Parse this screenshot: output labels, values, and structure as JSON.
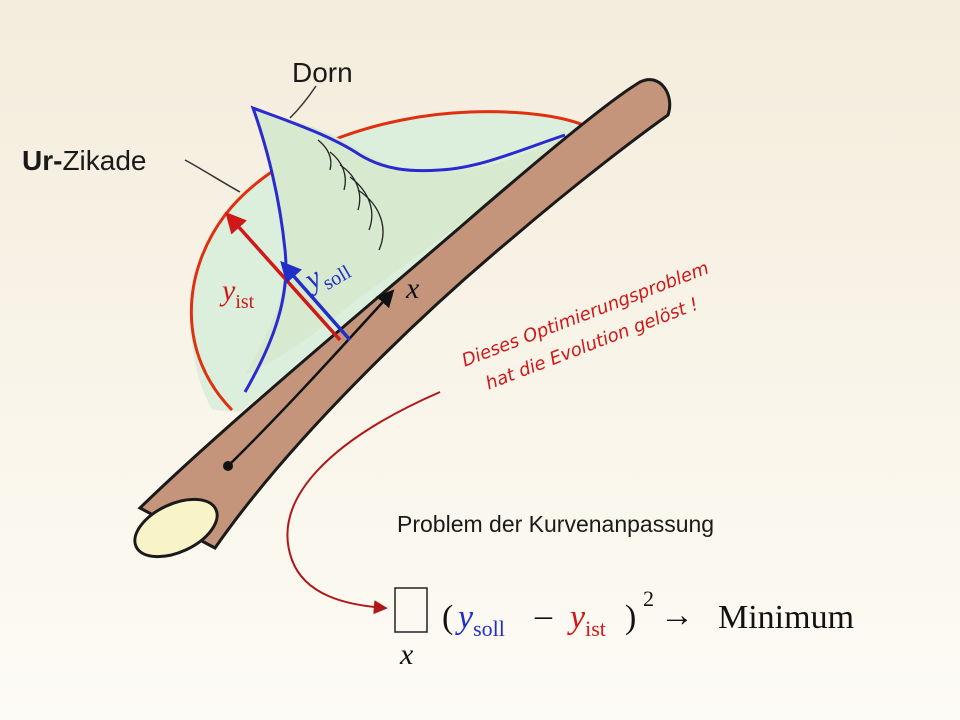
{
  "labels": {
    "thorn": "Dorn",
    "cicada_prefix": "Ur-",
    "cicada_name": "Zikade",
    "x_axis": "x",
    "y_ist_var": "y",
    "y_ist_sub": "ist",
    "y_soll_var": "y",
    "y_soll_sub": "soll",
    "note_line1": "Dieses Optimierungsproblem",
    "note_line2": "hat die Evolution gelöst !",
    "problem_title": "Problem der Kurvenanpassung"
  },
  "formula": {
    "sum_index": "x",
    "open_paren": "(",
    "y_soll_var": "y",
    "y_soll_sub": "soll",
    "minus": "–",
    "y_ist_var": "y",
    "y_ist_sub": "ist",
    "close_paren": ")",
    "exponent": "2",
    "arrow": "→",
    "result": "Minimum"
  },
  "colors": {
    "ideal_curve": "#e03010",
    "thorn_outline": "#2a2ad0",
    "thorn_fill": "#d7e9cf",
    "cicada_fill": "#dcefdc",
    "branch": "#c4957a",
    "branch_outline": "#1a1a1a",
    "cut_face": "#f9f4c8",
    "y_ist_color": "#d01818",
    "y_soll_color": "#1f2fc8",
    "note_color": "#d01818",
    "pointer_arrow": "#b01818"
  }
}
